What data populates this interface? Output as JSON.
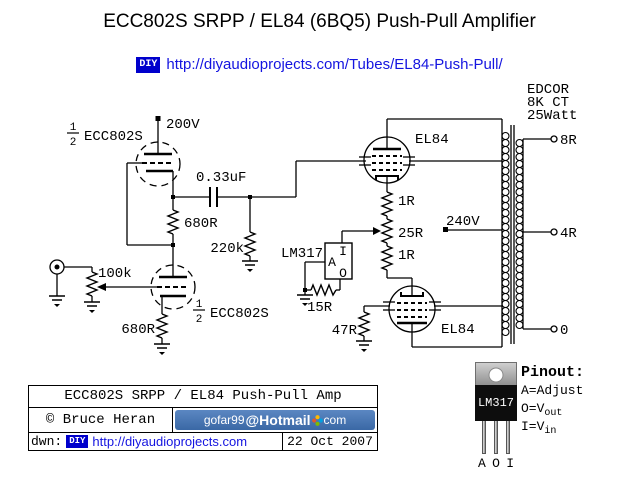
{
  "title": "ECC802S SRPP / EL84 (6BQ5) Push-Pull Amplifier",
  "header": {
    "badge": "DIY",
    "link": "http://diyaudioprojects.com/Tubes/EL84-Push-Pull/"
  },
  "schematic": {
    "supply": "200V",
    "srpp": {
      "tube_upper": {
        "num": "1",
        "den": "2",
        "name": "ECC802S"
      },
      "tube_lower": {
        "num": "1",
        "den": "2",
        "name": "ECC802S"
      },
      "cathode_r_upper": "680R",
      "cathode_r_lower": "680R",
      "coupling_cap": "0.33uF",
      "grid_r": "220k",
      "volume_pot": "100k"
    },
    "output": {
      "tube_upper": "EL84",
      "tube_lower": "EL84",
      "r_upper": "1R",
      "r_lower": "1R",
      "balance_pot": "25R",
      "grid_stopper": "47R"
    },
    "ccs": {
      "chip": "LM317",
      "pin_i": "I",
      "pin_a": "A",
      "pin_o": "O",
      "r_set": "15R"
    },
    "transformer": {
      "make": "EDCOR",
      "spec": "8K CT",
      "power": "25Watt",
      "center_tap": "240V",
      "taps": [
        "8R",
        "4R",
        "0"
      ]
    }
  },
  "pinout": {
    "heading": "Pinout:",
    "lines": [
      {
        "lhs": "A=Adjust",
        "sub": ""
      },
      {
        "lhs": "O=V",
        "sub": "out"
      },
      {
        "lhs": "I=V",
        "sub": "in"
      }
    ],
    "chip": "LM317",
    "legs": [
      "A",
      "O",
      "I"
    ]
  },
  "footer": {
    "row1": "ECC802S SRPP / EL84 Push-Pull Amp",
    "author": "© Bruce Heran",
    "email": {
      "user": "gofar99",
      "at": "@",
      "host": "Hotmail",
      "tld": "com"
    },
    "dwn_label": "dwn:",
    "dwn_badge": "DIY",
    "url": "http://diyaudioprojects.com",
    "date": "22 Oct 2007"
  }
}
